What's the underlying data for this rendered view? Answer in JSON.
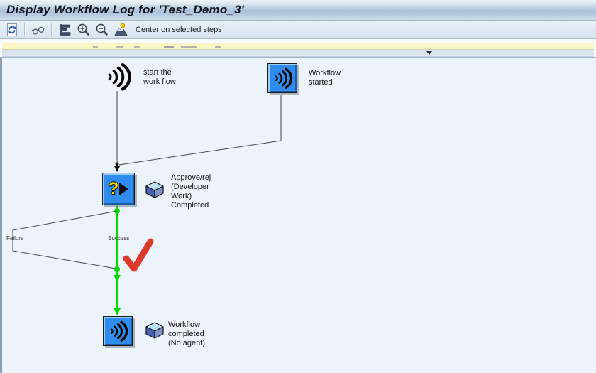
{
  "window": {
    "title": "Display Workflow Log for 'Test_Demo_3'"
  },
  "toolbar": {
    "center_label": "Center on selected steps",
    "icons": [
      "refresh-icon",
      "glasses-icon",
      "list-chart-icon",
      "zoom-in-icon",
      "zoom-out-icon",
      "mountain-person-icon"
    ]
  },
  "graph": {
    "start": {
      "lines": [
        "start the",
        "work flow"
      ]
    },
    "started": {
      "lines": [
        "Workflow",
        "started"
      ]
    },
    "approve": {
      "lines": [
        "Approve/rej",
        "(Developer",
        "Work)",
        "Completed"
      ]
    },
    "completed": {
      "lines": [
        "Workflow",
        "completed",
        "(No agent)"
      ]
    },
    "failure_label": "Failure",
    "success_label": "Success"
  },
  "colors": {
    "node_blue": "#2f8df0",
    "success_green": "#00dd00",
    "check_red": "#dd3a2c",
    "question_yellow": "#ffdf00",
    "strip_yellow": "#fcf6c6"
  }
}
